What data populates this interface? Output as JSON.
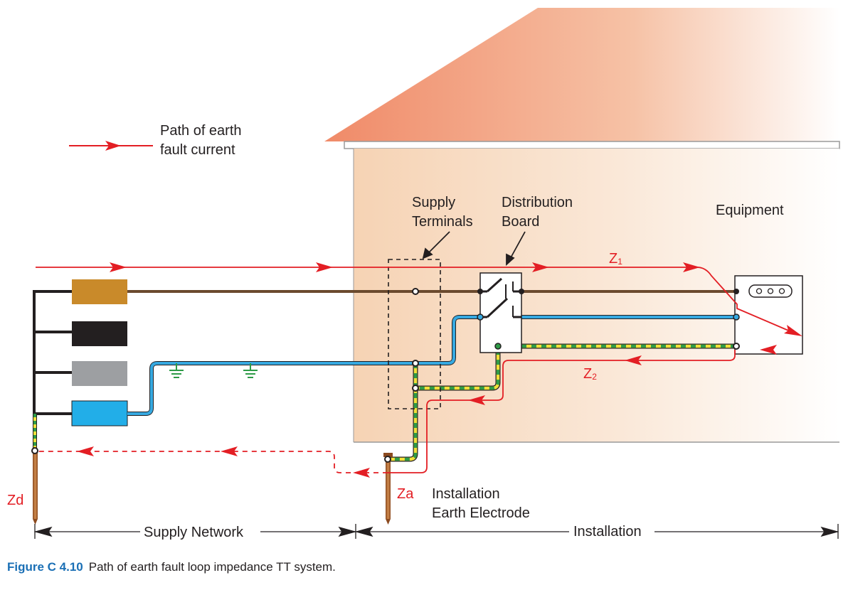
{
  "legend": {
    "line1": "Path of earth",
    "line2": "fault current"
  },
  "labels": {
    "supply_terminals_1": "Supply",
    "supply_terminals_2": "Terminals",
    "distribution_board_1": "Distribution",
    "distribution_board_2": "Board",
    "equipment": "Equipment",
    "z1": "Z",
    "z1_sub": "1",
    "z2": "Z",
    "z2_sub": "2",
    "zd": "Zd",
    "za": "Za",
    "electrode_1": "Installation",
    "electrode_2": "Earth Electrode",
    "supply_network": "Supply Network",
    "installation": "Installation"
  },
  "caption": {
    "number": "Figure C 4.10",
    "text": "Path of earth fault loop impedance TT system."
  },
  "colors": {
    "line_conductor": "#6b4a2e",
    "neutral_conductor": "#36a9e1",
    "fault_path": "#e31e24",
    "earth_yellow": "#f2e03a",
    "earth_green": "#2e9b47",
    "phase_l1": "#c98a2a",
    "phase_l2": "#231f20",
    "phase_l3": "#9d9fa2",
    "neutral_block": "#22aee8",
    "roof": "#f29b78",
    "wall": "#f7d9bf",
    "caption_blue": "#1a6fb5"
  },
  "icons": [
    "earth-symbol-icon",
    "socket-outlet-icon",
    "switch-contact-icon",
    "arrow-icon"
  ]
}
